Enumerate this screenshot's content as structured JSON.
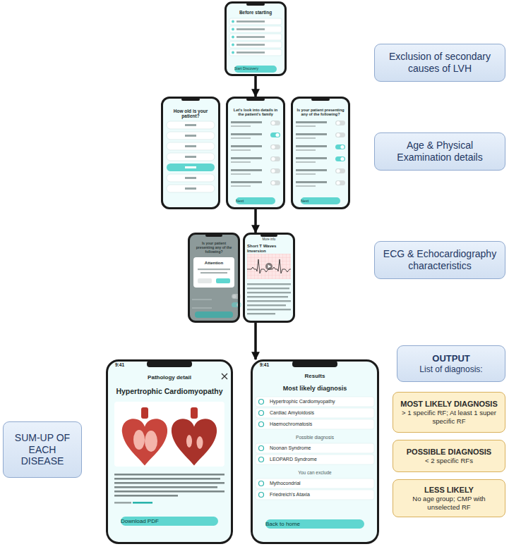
{
  "diagram": {
    "nodes": [
      {
        "text": [
          "Before starting",
          "Start Discovery"
        ]
      },
      {
        "text": [
          "Exclusion of secondary causes of LVH"
        ]
      },
      {
        "text": [
          "How old is your patient?"
        ]
      },
      {
        "text": [
          "Let's look into details in the patient's family",
          "Next"
        ]
      },
      {
        "text": [
          "Is your patient presenting any of the following?",
          "Next"
        ]
      },
      {
        "text": [
          "Age & Physical Examination details"
        ]
      },
      {
        "text": [
          "Is your patient presenting any of the following?",
          "Attention"
        ]
      },
      {
        "text": [
          "More info",
          "Short T Waves Inversion"
        ]
      },
      {
        "text": [
          "ECG & Echocardiography characteristics"
        ]
      },
      {
        "text": [
          "OUTPUT",
          "List of diagnosis:"
        ]
      },
      {
        "text": [
          "SUM-UP OF EACH DISEASE"
        ]
      },
      {
        "text": [
          "Pathology detail",
          "Hypertrophic Cardiomyopathy",
          "Download PDF"
        ]
      },
      {
        "text": [
          "Results",
          "Most likely diagnosis",
          "Hypertrophic Cardiomyopathy",
          "Cardiac Amyloidosis",
          "Haemochromatosis",
          "Possible diagnosis",
          "Noonan Syndrome",
          "LEOPARD Syndrome",
          "You can exclude",
          "Mythocondrial",
          "Friedreich's Ataxia",
          "Back to home"
        ]
      },
      {
        "text": [
          "MOST LIKELY DIAGNOSIS",
          "> 1 specific RF; At least 1 super specific RF"
        ]
      },
      {
        "text": [
          "POSSIBLE DIAGNOSIS",
          "< 2 specific RFs"
        ]
      },
      {
        "text": [
          "LESS LIKELY",
          "No age group; CMP with unselected RF"
        ]
      }
    ],
    "edges": [
      {
        "from": 0,
        "to": 3,
        "arrow": "to"
      },
      {
        "from": 3,
        "to": 7,
        "arrow": "to"
      },
      {
        "from": 7,
        "to": 12,
        "arrow": "to"
      }
    ],
    "labels": [
      "9:41",
      "9:41"
    ]
  }
}
